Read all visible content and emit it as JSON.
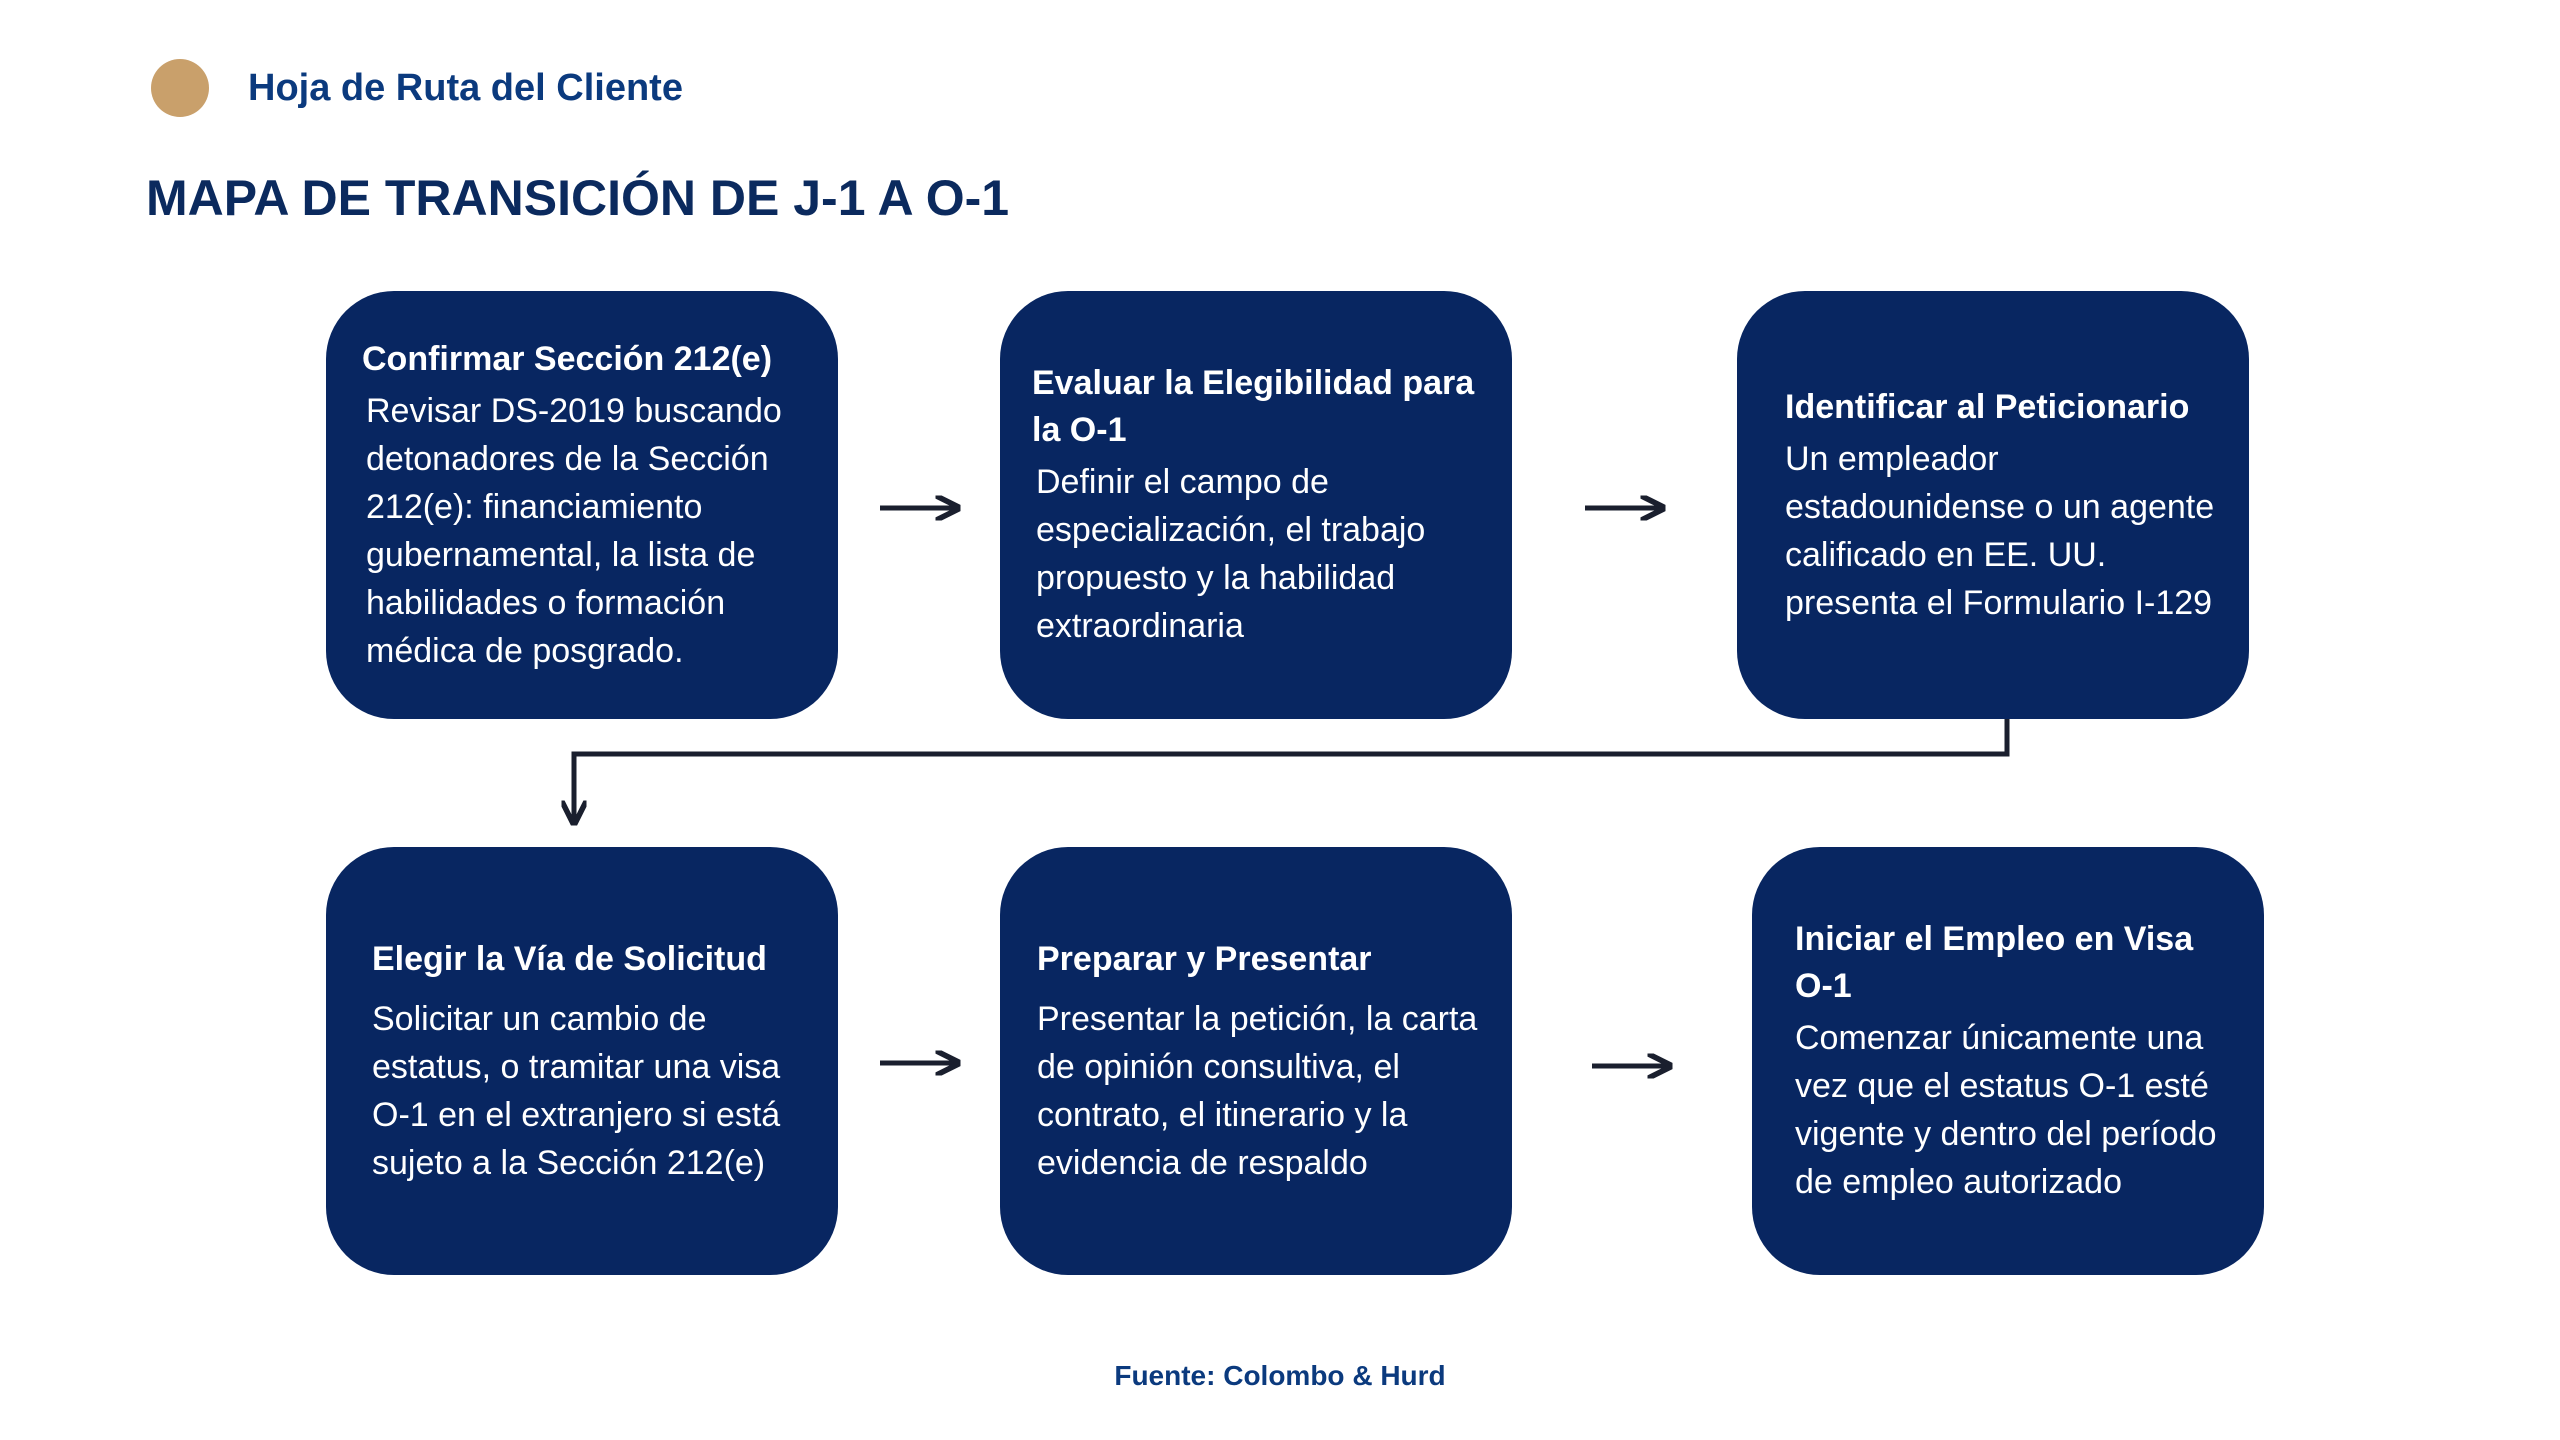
{
  "header": {
    "label": "Hoja de Ruta del Cliente"
  },
  "title": "MAPA DE TRANSICIÓN DE J-1 A O-1",
  "steps": [
    {
      "title": "Confirmar Sección 212(e)",
      "body": "Revisar DS-2019 buscando detonadores de la Sección 212(e): financiamiento gubernamental, la lista de habilidades o formación médica de posgrado."
    },
    {
      "title": "Evaluar la Elegibilidad para la O-1",
      "body": "Definir el campo de especialización, el trabajo propuesto y la habilidad extraordinaria"
    },
    {
      "title": "Identificar al Peticionario",
      "body": "Un empleador estadounidense o un agente calificado en EE. UU. presenta el Formulario I-129"
    },
    {
      "title": "Elegir la Vía de Solicitud",
      "body": "Solicitar un cambio de estatus, o tramitar una visa O-1 en el extranjero si está sujeto a la Sección 212(e)"
    },
    {
      "title": "Preparar y Presentar",
      "body": "Presentar la petición, la carta de opinión consultiva, el contrato, el itinerario y la evidencia de respaldo"
    },
    {
      "title": "Iniciar el Empleo en Visa O-1",
      "body": "Comenzar únicamente una vez que el estatus O-1 esté vigente y dentro del período de empleo autorizado"
    }
  ],
  "source": "Fuente: Colombo & Hurd",
  "colors": {
    "box": "#082661",
    "accent_dot": "#c9a06b",
    "header_text": "#0b3a7e",
    "connector": "#1a1f2e"
  }
}
